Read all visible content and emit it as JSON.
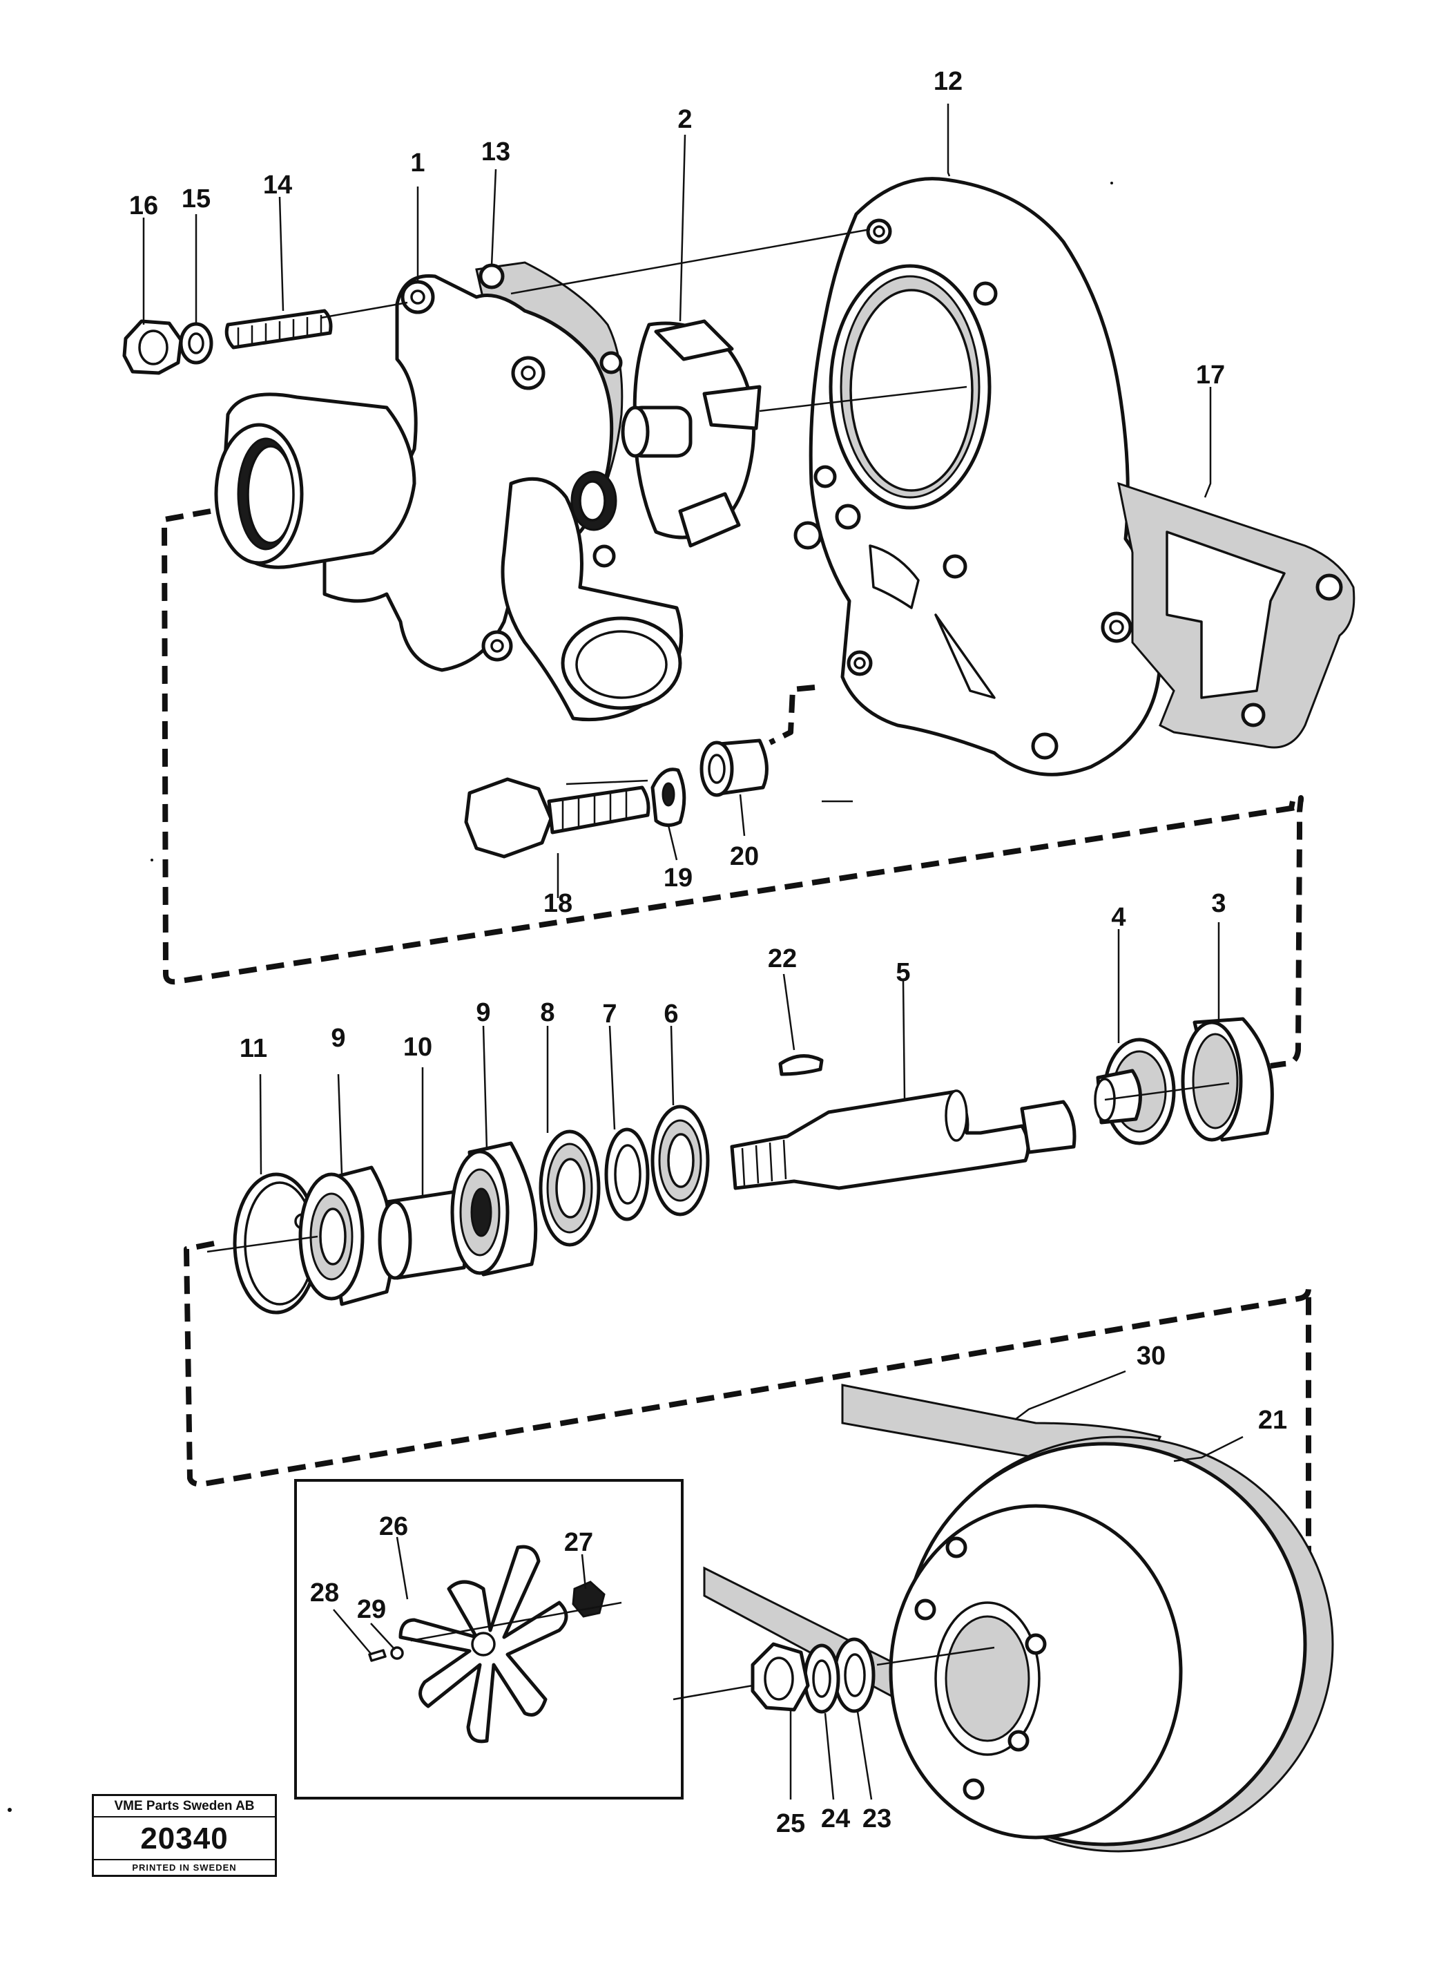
{
  "callouts": {
    "c1": "1",
    "c2": "2",
    "c3": "3",
    "c4": "4",
    "c5": "5",
    "c6": "6",
    "c7": "7",
    "c8": "8",
    "c9a": "9",
    "c9b": "9",
    "c10": "10",
    "c11": "11",
    "c12": "12",
    "c13": "13",
    "c14": "14",
    "c15": "15",
    "c16": "16",
    "c17": "17",
    "c18": "18",
    "c19": "19",
    "c20": "20",
    "c21": "21",
    "c22": "22",
    "c23": "23",
    "c24": "24",
    "c25": "25",
    "c26": "26",
    "c27": "27",
    "c28": "28",
    "c29": "29",
    "c30": "30"
  },
  "title_block": {
    "company": "VME Parts Sweden AB",
    "drawing_number": "20340",
    "printed": "PRINTED IN SWEDEN"
  }
}
